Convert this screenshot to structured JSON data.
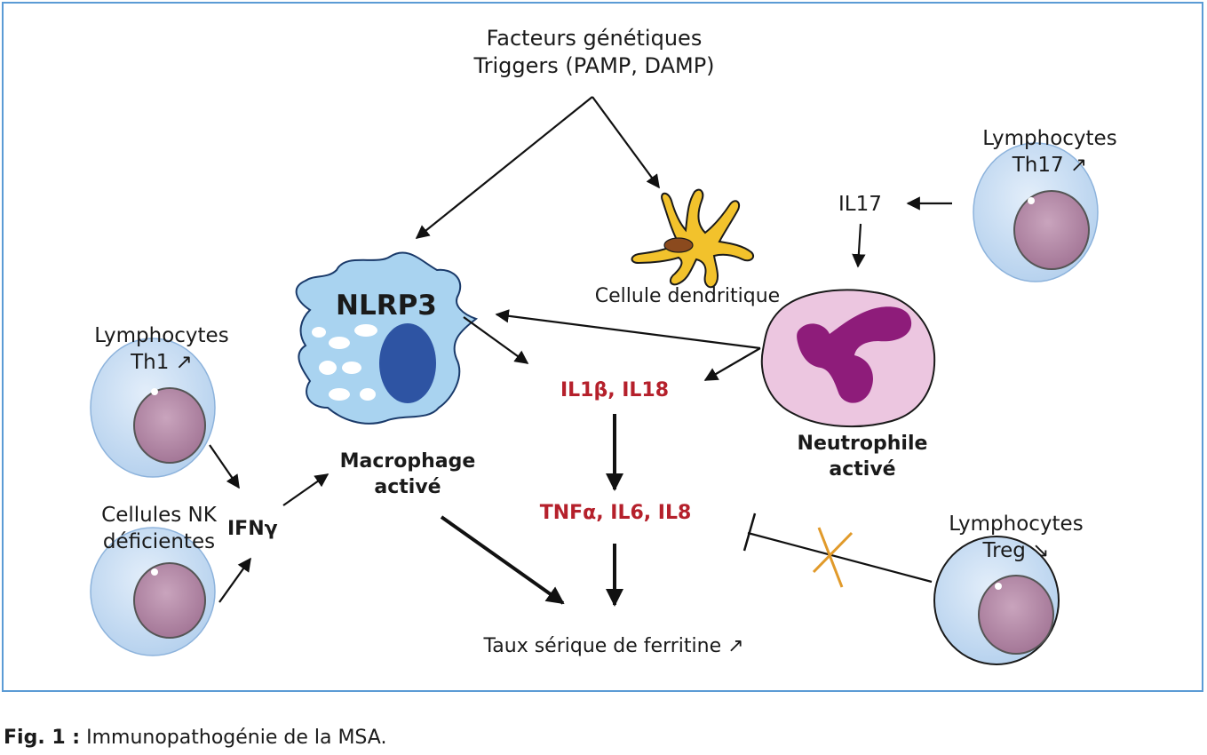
{
  "title_line1": "Facteurs génétiques",
  "title_line2": "Triggers (PAMP, DAMP)",
  "macrophage": {
    "inner_label": "NLRP3",
    "label_line1": "Macrophage",
    "label_line2": "activé"
  },
  "dendritic": {
    "label": "Cellule dendritique"
  },
  "neutrophil": {
    "label_line1": "Neutrophile",
    "label_line2": "activé"
  },
  "th1": {
    "label_line1": "Lymphocytes",
    "label_line2": "Th1 ↗"
  },
  "nk": {
    "label_line1": "Cellules NK",
    "label_line2": "déficientes"
  },
  "ifng": "IFNγ",
  "th17": {
    "label_line1": "Lymphocytes",
    "label_line2": "Th17 ↗"
  },
  "il17": "IL17",
  "treg": {
    "label_line1": "Lymphocytes",
    "label_line2": "Treg ↘"
  },
  "cytokines1": "IL1β, IL18",
  "cytokines2": "TNFα, IL6, IL8",
  "ferritin": "Taux sérique de ferritine ↗",
  "caption": {
    "prefix": "Fig. 1 :",
    "text": " Immunopathogénie de la MSA."
  },
  "colors": {
    "border": "#5b9bd5",
    "cytokine_red": "#b5202b",
    "macrophage": "#a9d3f0",
    "nucleus_blue": "#2e54a3",
    "dendritic": "#f2c22c",
    "neutrophil_body": "#ecc6e0",
    "neutrophil_nucleus": "#8e1c7a",
    "lymphocyte": "#c9def3",
    "lymphocyte_nucleus": "#b48aa8",
    "block_x": "#e19a2a"
  }
}
